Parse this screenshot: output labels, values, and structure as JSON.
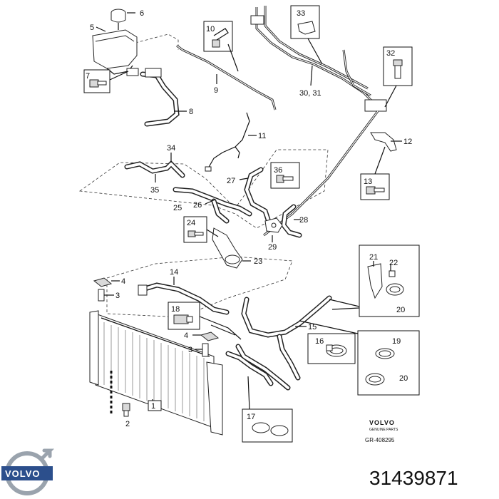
{
  "callouts": {
    "c1": "1",
    "c2": "2",
    "c3a": "3",
    "c3b": "3",
    "c4a": "4",
    "c4b": "4",
    "c5": "5",
    "c6": "6",
    "c7": "7",
    "c8": "8",
    "c9": "9",
    "c10": "10",
    "c11": "11",
    "c12": "12",
    "c13": "13",
    "c14": "14",
    "c15": "15",
    "c16": "16",
    "c17": "17",
    "c18": "18",
    "c19": "19",
    "c20a": "20",
    "c20b": "20",
    "c21": "21",
    "c22": "22",
    "c23": "23",
    "c24": "24",
    "c25": "25",
    "c26": "26",
    "c27": "27",
    "c28": "28",
    "c29": "29",
    "c3031": "30, 31",
    "c32": "32",
    "c33": "33",
    "c34": "34",
    "c35": "35",
    "c36": "36"
  },
  "brand": {
    "name": "VOLVO",
    "subtitle": "GENUINE PARTS",
    "figure_ref": "GR-408295",
    "logo_text": "VOLVO"
  },
  "part_number": "31439871",
  "colors": {
    "logo_blue": "#2c4f8c",
    "logo_silver": "#9aa3ad"
  }
}
